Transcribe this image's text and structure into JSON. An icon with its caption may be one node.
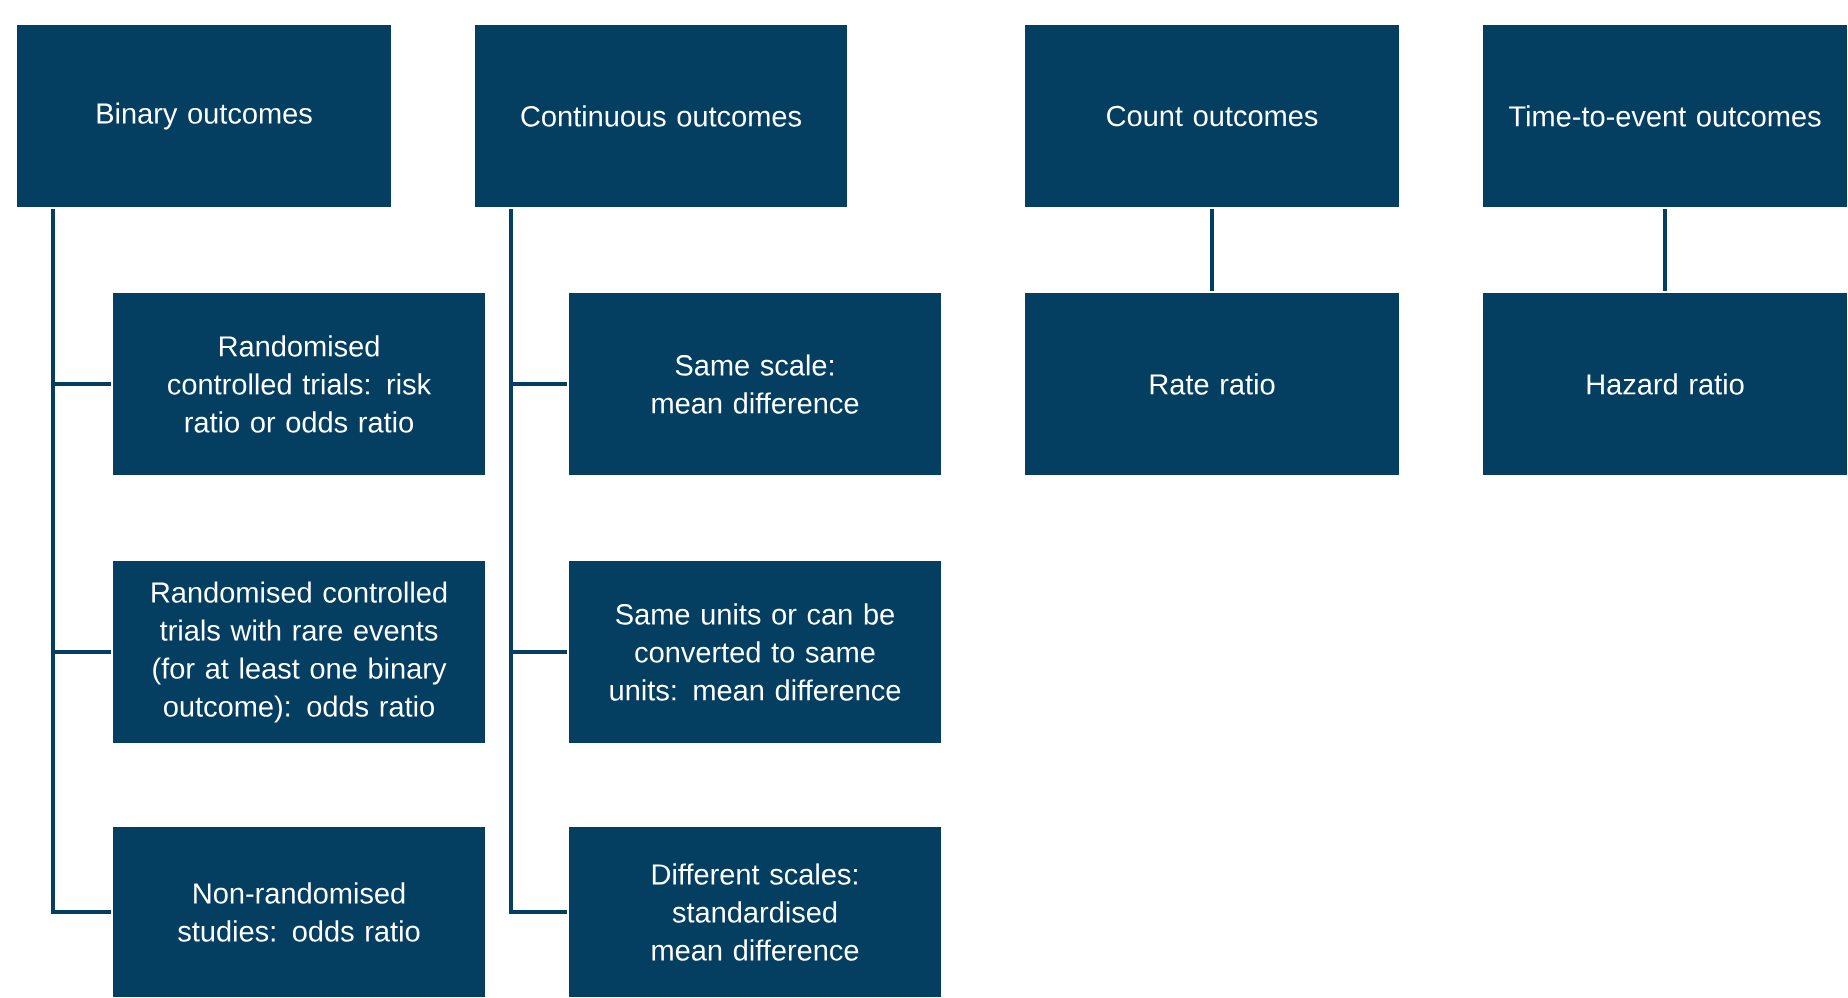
{
  "diagram": {
    "nodes": [
      {
        "text": [
          "Binary outcomes"
        ]
      },
      {
        "text": [
          "Continuous outcomes"
        ]
      },
      {
        "text": [
          "Count outcomes"
        ]
      },
      {
        "text": [
          "Time-to-event outcomes"
        ]
      },
      {
        "text": [
          "Randomised controlled trials: risk ratio or odds ratio"
        ]
      },
      {
        "text": [
          "Randomised controlled trials with rare events (for at least one binary outcome): odds ratio"
        ]
      },
      {
        "text": [
          "Non-randomised studies: odds ratio"
        ]
      },
      {
        "text": [
          "Same scale: mean difference"
        ]
      },
      {
        "text": [
          "Same units or can be converted to same units: mean difference"
        ]
      },
      {
        "text": [
          "Different scales: standardised mean difference"
        ]
      },
      {
        "text": [
          "Rate ratio"
        ]
      },
      {
        "text": [
          "Hazard ratio"
        ]
      }
    ],
    "edges": [
      {
        "from": 0,
        "to": 4,
        "arrow": "none"
      },
      {
        "from": 0,
        "to": 5,
        "arrow": "none"
      },
      {
        "from": 0,
        "to": 6,
        "arrow": "none"
      },
      {
        "from": 1,
        "to": 7,
        "arrow": "none"
      },
      {
        "from": 1,
        "to": 8,
        "arrow": "none"
      },
      {
        "from": 1,
        "to": 9,
        "arrow": "none"
      },
      {
        "from": 2,
        "to": 10,
        "arrow": "none"
      },
      {
        "from": 3,
        "to": 11,
        "arrow": "none"
      }
    ]
  }
}
